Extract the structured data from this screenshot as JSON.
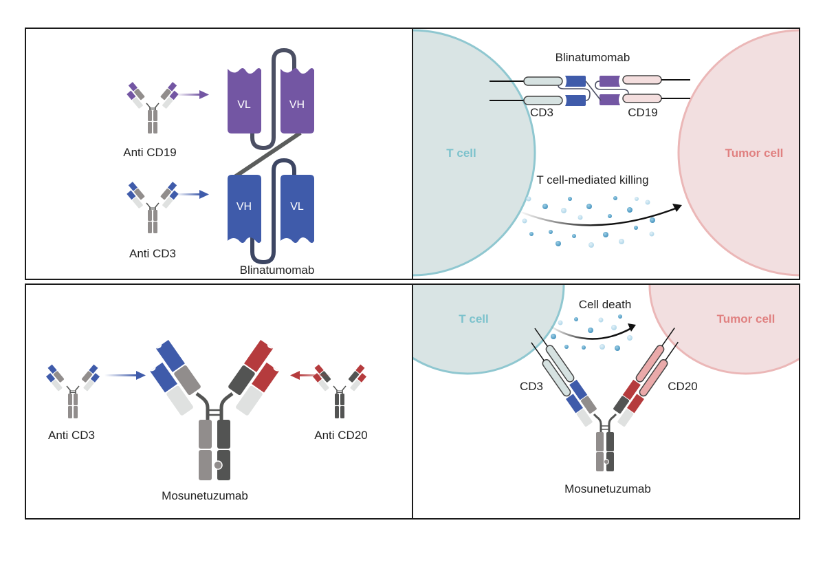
{
  "colors": {
    "purple": "#7356a3",
    "blue": "#3f5baa",
    "red": "#b53b3d",
    "light_gray": "#dfe1e0",
    "mid_gray": "#918d8c",
    "dark_gray": "#535453",
    "linker": "#4b4f63",
    "tcell_fill": "#d9e4e4",
    "tcell_stroke": "#8fc7d0",
    "tcell_text": "#7cc2cc",
    "tumor_fill": "#f2dfe0",
    "tumor_stroke": "#ebb7b7",
    "tumor_text": "#e08080",
    "cd3_receptor": "#d6e2e1",
    "cd19_receptor": "#f4dede",
    "cd20_receptor": "#eaaaaa",
    "particle": "#4a9bc2"
  },
  "panels": {
    "top_left": {
      "antibody_1_label": "Anti CD19",
      "antibody_2_label": "Anti CD3",
      "domains": [
        "VL",
        "VH",
        "VH",
        "VL"
      ],
      "product_label": "Blinatumomab"
    },
    "top_right": {
      "title": "Blinatumomab",
      "left_cell": "T cell",
      "right_cell": "Tumor cell",
      "left_receptor": "CD3",
      "right_receptor": "CD19",
      "action": "T cell-mediated killing"
    },
    "bottom_left": {
      "antibody_1_label": "Anti CD3",
      "antibody_2_label": "Anti CD20",
      "product_label": "Mosunetuzumab"
    },
    "bottom_right": {
      "left_cell": "T cell",
      "right_cell": "Tumor cell",
      "action": "Cell death",
      "left_receptor": "CD3",
      "right_receptor": "CD20",
      "product_label": "Mosunetuzumab"
    }
  }
}
